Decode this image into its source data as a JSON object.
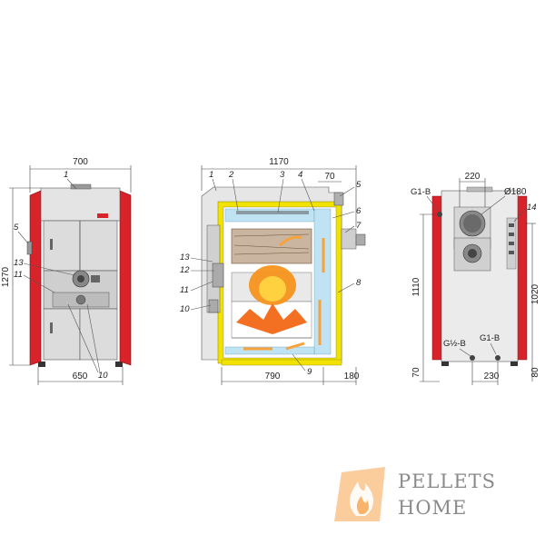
{
  "dimensions": {
    "front_width": "700",
    "front_height": "1270",
    "front_base_width": "650",
    "side_width": "1170",
    "side_top_offset": "70",
    "side_base_width": "790",
    "side_base_offset": "180",
    "back_top_width": "220",
    "back_flue_diameter": "Ø180",
    "back_flue_height": "1110",
    "back_inlet_height": "1020",
    "back_bottom_left": "70",
    "back_bottom_center": "230",
    "back_bottom_right": "80"
  },
  "connections": {
    "top_left": "G1-B",
    "bottom_left": "G½-B",
    "bottom_right": "G1-B"
  },
  "callouts": {
    "front": [
      "1",
      "5",
      "13",
      "11",
      "10"
    ],
    "side": [
      "1",
      "2",
      "3",
      "4",
      "5",
      "6",
      "7",
      "8",
      "9",
      "10",
      "11",
      "12",
      "13"
    ],
    "back": [
      "14"
    ]
  },
  "brand": {
    "line1": "PELLETS",
    "line2": "HOME"
  },
  "colors": {
    "casing_red": "#d8232a",
    "panel_grey": "#dcdcdc",
    "insulation_yellow": "#f2e200",
    "water_blue": "#bfe3f3",
    "flame_orange": "#f7941d",
    "logo_orange": "#f7a24a"
  }
}
